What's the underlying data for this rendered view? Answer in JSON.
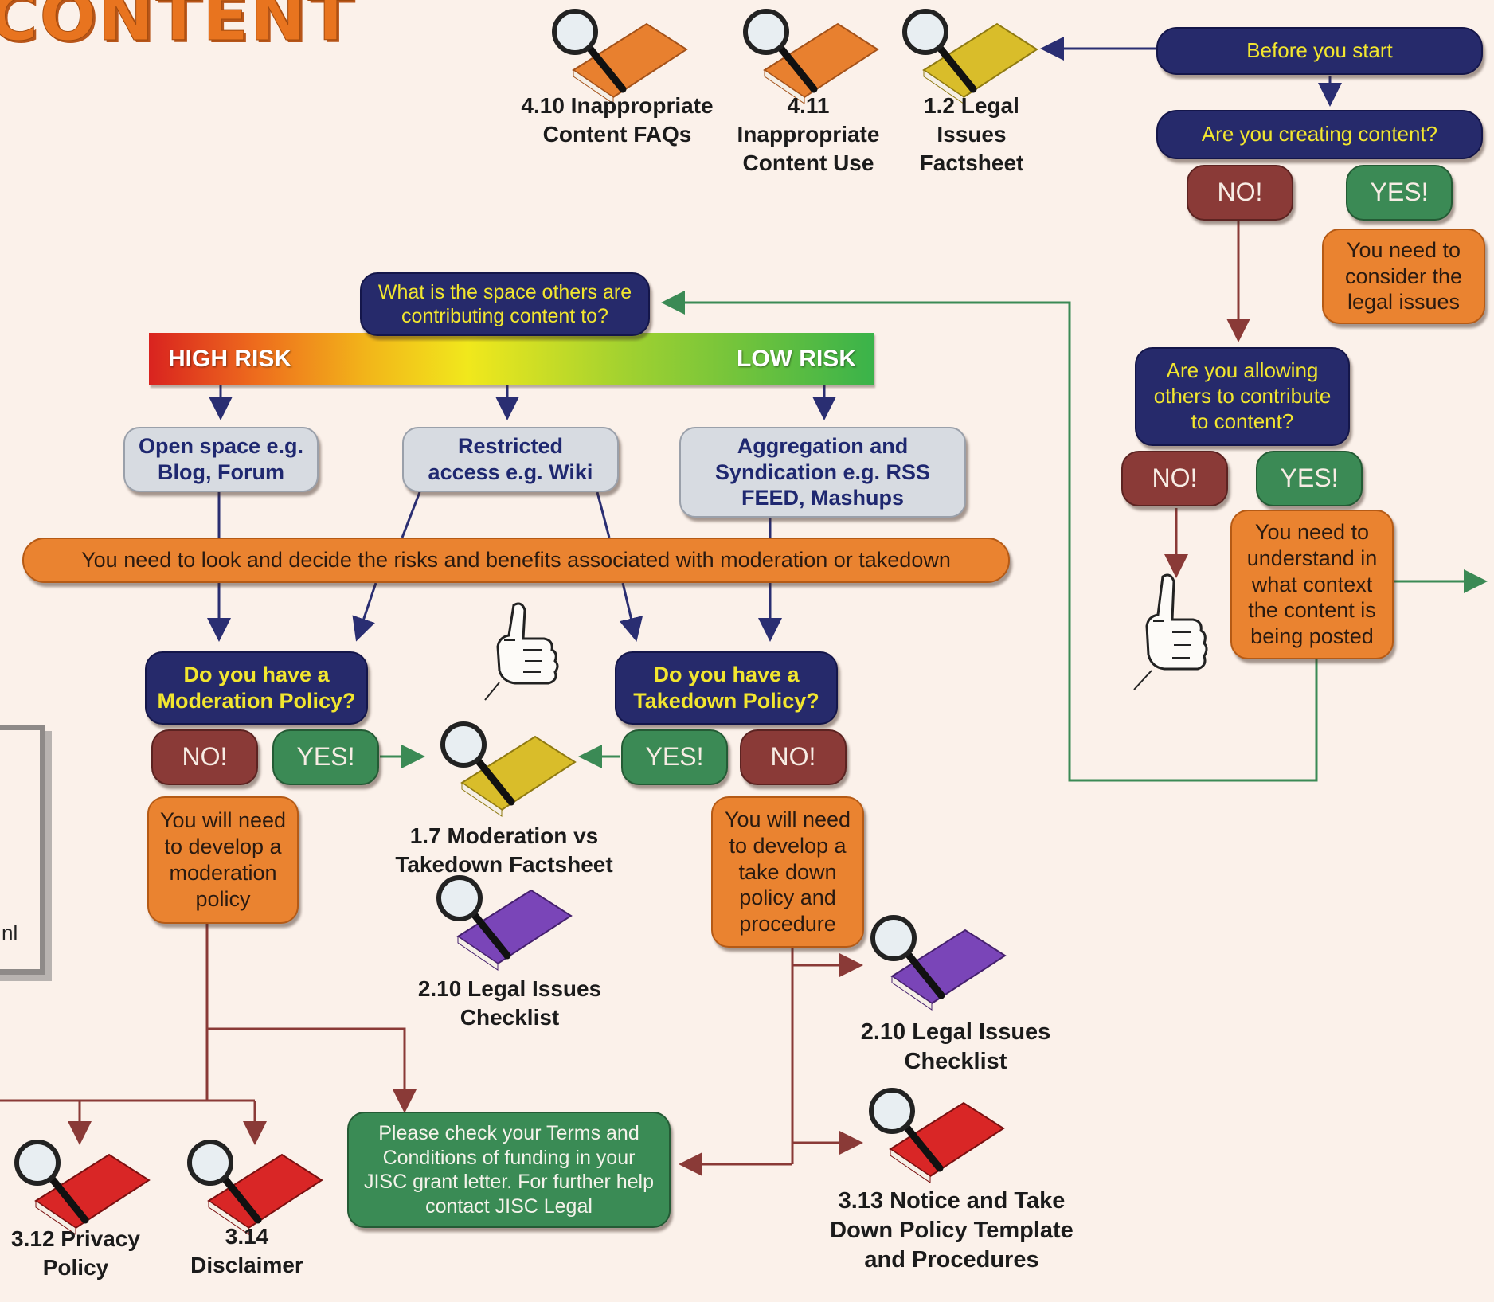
{
  "title": "CONTENT",
  "colors": {
    "navy": "#262a6b",
    "no": "#8a3a37",
    "yes": "#3b8a55",
    "orange": "#ea8330",
    "green": "#3a8b55",
    "ink": "#1f2870"
  },
  "top": {
    "before_start": "Before you start",
    "creating": "Are you creating content?",
    "no": "NO!",
    "yes": "YES!",
    "consider": "You need to consider the legal issues",
    "allowing": "Are you allowing others to contribute to content?",
    "no2": "NO!",
    "yes2": "YES!",
    "understand": "You need to understand in what context the content is being posted"
  },
  "resources_top": [
    {
      "label": "4.10 Inappropriate Content FAQs",
      "color": "orange"
    },
    {
      "label": "4.11 Inappropriate Content Use",
      "color": "orange"
    },
    {
      "label": "1.2 Legal Issues Factsheet",
      "color": "yellow"
    }
  ],
  "space": {
    "question": "What is the space others are contributing content to?",
    "high": "HIGH RISK",
    "low": "LOW RISK",
    "open": "Open space e.g. Blog, Forum",
    "restricted": "Restricted access e.g. Wiki",
    "aggregation": "Aggregation and Syndication e.g. RSS FEED, Mashups",
    "decide": "You need to look and decide the risks and benefits associated with moderation or takedown"
  },
  "moderation": {
    "question": "Do you have a Moderation Policy?",
    "no": "NO!",
    "yes": "YES!",
    "develop": "You will need to develop a moderation policy"
  },
  "takedown": {
    "question": "Do you have a Takedown Policy?",
    "yes": "YES!",
    "no": "NO!",
    "develop": "You will need to develop a take down policy and procedure"
  },
  "resources": {
    "r17": "1.7 Moderation vs Takedown Factsheet",
    "r210a": "2.10 Legal Issues Checklist",
    "r210b": "2.10 Legal Issues Checklist",
    "r313": "3.13 Notice and Take Down Policy Template and Procedures",
    "r312": "3.12 Privacy Policy",
    "r314": "3.14 Disclaimer"
  },
  "jisc": "Please check your Terms and Conditions of funding in your JISC grant letter. For further help contact JISC Legal",
  "panel_text": "nl",
  "icons": [
    "magnifier-book-icon",
    "thumbs-up-icon"
  ]
}
